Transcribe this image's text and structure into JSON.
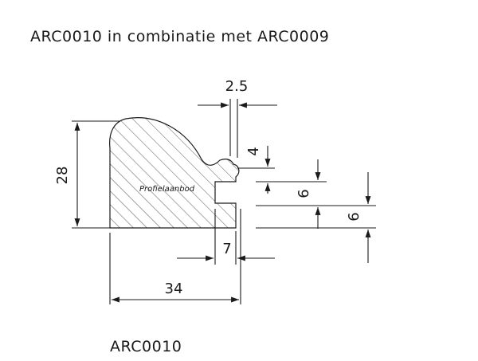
{
  "title": "ARC0010 in combinatie met ARC0009",
  "footer_label": "ARC0010",
  "watermark": "Profielaanbod",
  "dimensions": {
    "height_total": "28",
    "width_total": "34",
    "top_width": "2.5",
    "step_height": "4",
    "groove_height": "6",
    "lower_height": "6",
    "groove_width": "7"
  },
  "colors": {
    "line": "#1a1a1a",
    "background": "#ffffff"
  }
}
